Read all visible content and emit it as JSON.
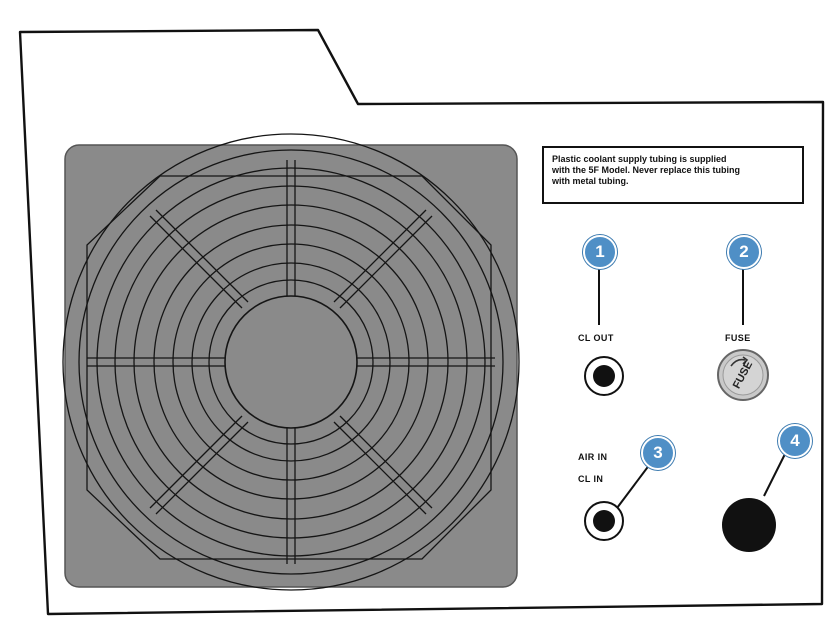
{
  "notice": {
    "line1": "Plastic coolant supply tubing is supplied",
    "line2": "with the 5F Model. Never replace this tubing",
    "line3": "with metal tubing."
  },
  "labels": {
    "cooling_out": "CL OUT",
    "fuse": "FUSE",
    "air_in": "AIR IN",
    "cooling_in": "CL IN"
  },
  "fuse_holder_text": "FUSE",
  "callouts": [
    "1",
    "2",
    "3",
    "4"
  ],
  "colors": {
    "callout": "#4f8fc6",
    "fan_panel": "#8a8a8a",
    "outline": "#111111",
    "fuse_cap": "#c9c9c9"
  },
  "icons": {
    "fan_grille": "fan-grille-icon",
    "port": "port-icon",
    "fuse": "fuse-holder-icon",
    "plug": "power-plug-icon"
  }
}
